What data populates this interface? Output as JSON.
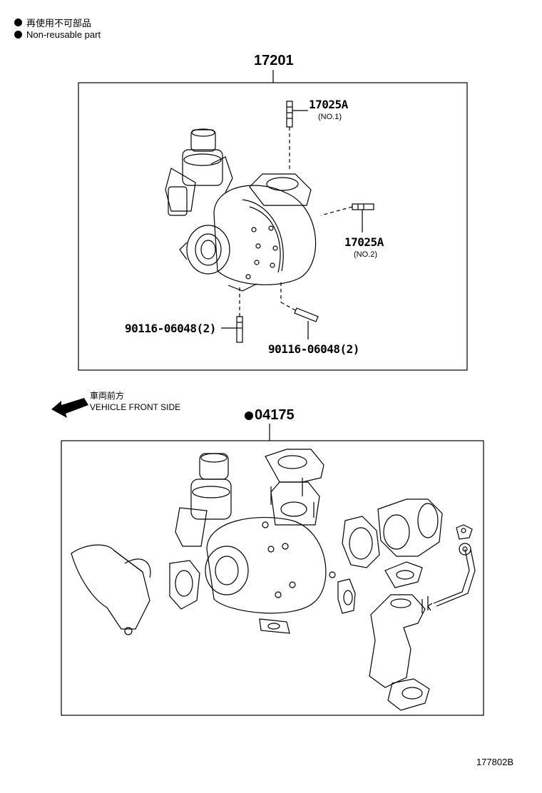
{
  "legend": {
    "line1": "再使用不可部品",
    "line2": "Non-reusable part"
  },
  "assembly": {
    "part_number": "17201",
    "stud_top": {
      "number": "17025A",
      "sub": "(NO.1)"
    },
    "stud_right": {
      "number": "17025A",
      "sub": "(NO.2)"
    },
    "stud_bottom_left": "90116-06048(2)",
    "stud_bottom_right": "90116-06048(2)"
  },
  "direction": {
    "line1": "車両前方",
    "line2": "VEHICLE FRONT SIDE"
  },
  "kit": {
    "part_number": "04175"
  },
  "diagram_code": "177802B"
}
